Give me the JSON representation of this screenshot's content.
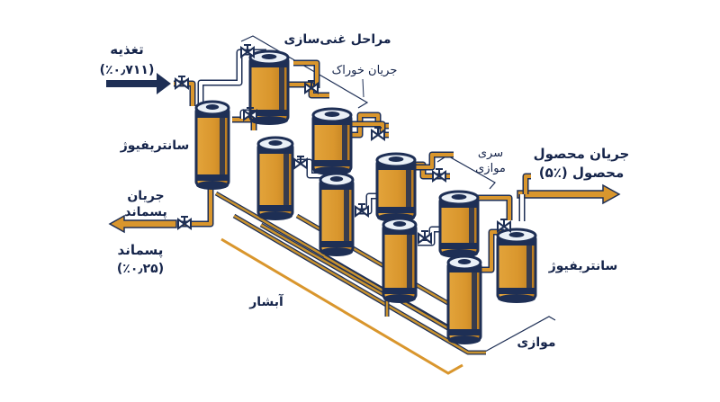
{
  "labels": {
    "enrichment_stages": "مراحل غنی‌سازی",
    "feed_stream": "جریان خوراک",
    "feed_title": "تغذیه",
    "feed_value": "(٪۰٫۷۱۱)",
    "centrifuge_left": "سانتریفیوژ",
    "waste_stream_1": "جریان",
    "waste_stream_2": "پسماند",
    "waste_title": "پسماند",
    "waste_value": "(٪۰٫۲۵)",
    "cascade": "آبشار",
    "series_1": "سری",
    "series_2": "موازی",
    "product_stream_1": "جریان محصول",
    "product_stream_2": "محصول (٪۵)",
    "centrifuge_right": "سانتریفیوژ",
    "parallel": "موازی"
  },
  "colors": {
    "navy": "#1e2f55",
    "orange": "#d9962d",
    "cap": "#eaf0f7",
    "pipe": "#c8922f"
  }
}
